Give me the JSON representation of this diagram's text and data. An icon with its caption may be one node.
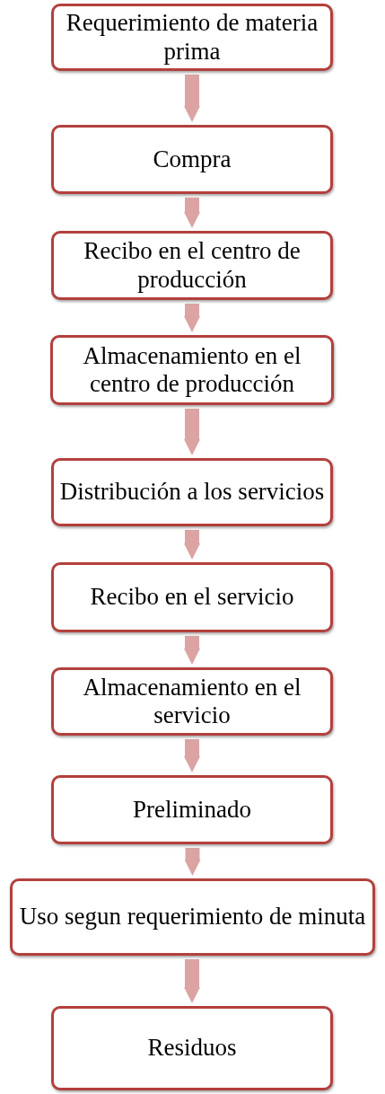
{
  "diagram": {
    "nodes": [
      {
        "text": [
          "Requerimiento de materia prima"
        ]
      },
      {
        "text": [
          "Compra"
        ]
      },
      {
        "text": [
          "Recibo en el centro de producción"
        ]
      },
      {
        "text": [
          "Almacenamiento en el centro de producción"
        ]
      },
      {
        "text": [
          "Distribución a los servicios"
        ]
      },
      {
        "text": [
          "Recibo en el servicio"
        ]
      },
      {
        "text": [
          "Almacenamiento en el servicio"
        ]
      },
      {
        "text": [
          "Preliminado"
        ]
      },
      {
        "text": [
          "Uso segun requerimiento de minuta"
        ]
      },
      {
        "text": [
          "Residuos"
        ]
      }
    ],
    "edges": [
      {
        "from": 0,
        "to": 1,
        "arrow": "to"
      },
      {
        "from": 1,
        "to": 2,
        "arrow": "to"
      },
      {
        "from": 2,
        "to": 3,
        "arrow": "to"
      },
      {
        "from": 3,
        "to": 4,
        "arrow": "to"
      },
      {
        "from": 4,
        "to": 5,
        "arrow": "to"
      },
      {
        "from": 5,
        "to": 6,
        "arrow": "to"
      },
      {
        "from": 6,
        "to": 7,
        "arrow": "to"
      },
      {
        "from": 7,
        "to": 8,
        "arrow": "to"
      },
      {
        "from": 8,
        "to": 9,
        "arrow": "to"
      }
    ]
  }
}
